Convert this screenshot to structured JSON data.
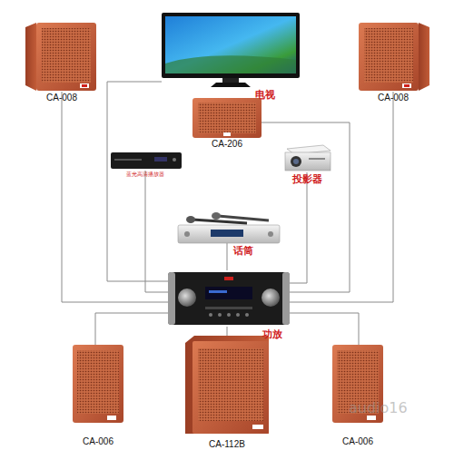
{
  "diagram": {
    "nodes": [
      {
        "text": [
          "CA-008"
        ]
      },
      {
        "text": [
          "电视"
        ]
      },
      {
        "text": [
          "CA-008"
        ]
      },
      {
        "text": [
          "CA-206"
        ]
      },
      {
        "text": [
          "蓝光高清播放器"
        ]
      },
      {
        "text": [
          "投影器"
        ]
      },
      {
        "text": [
          "话筒"
        ]
      },
      {
        "text": [
          "功放"
        ]
      },
      {
        "text": [
          "CA-006"
        ]
      },
      {
        "text": [
          "CA-112B"
        ]
      },
      {
        "text": [
          "CA-006"
        ]
      }
    ],
    "edges": [
      {
        "from": 0,
        "to": 7,
        "arrow": "none"
      },
      {
        "from": 1,
        "to": 7,
        "arrow": "none"
      },
      {
        "from": 2,
        "to": 7,
        "arrow": "none"
      },
      {
        "from": 3,
        "to": 7,
        "arrow": "none"
      },
      {
        "from": 4,
        "to": 7,
        "arrow": "none"
      },
      {
        "from": 5,
        "to": 7,
        "arrow": "none"
      },
      {
        "from": 6,
        "to": 7,
        "arrow": "none"
      },
      {
        "from": 8,
        "to": 7,
        "arrow": "none"
      },
      {
        "from": 9,
        "to": 7,
        "arrow": "none"
      },
      {
        "from": 10,
        "to": 7,
        "arrow": "none"
      }
    ],
    "labels": [
      "audio16"
    ]
  }
}
